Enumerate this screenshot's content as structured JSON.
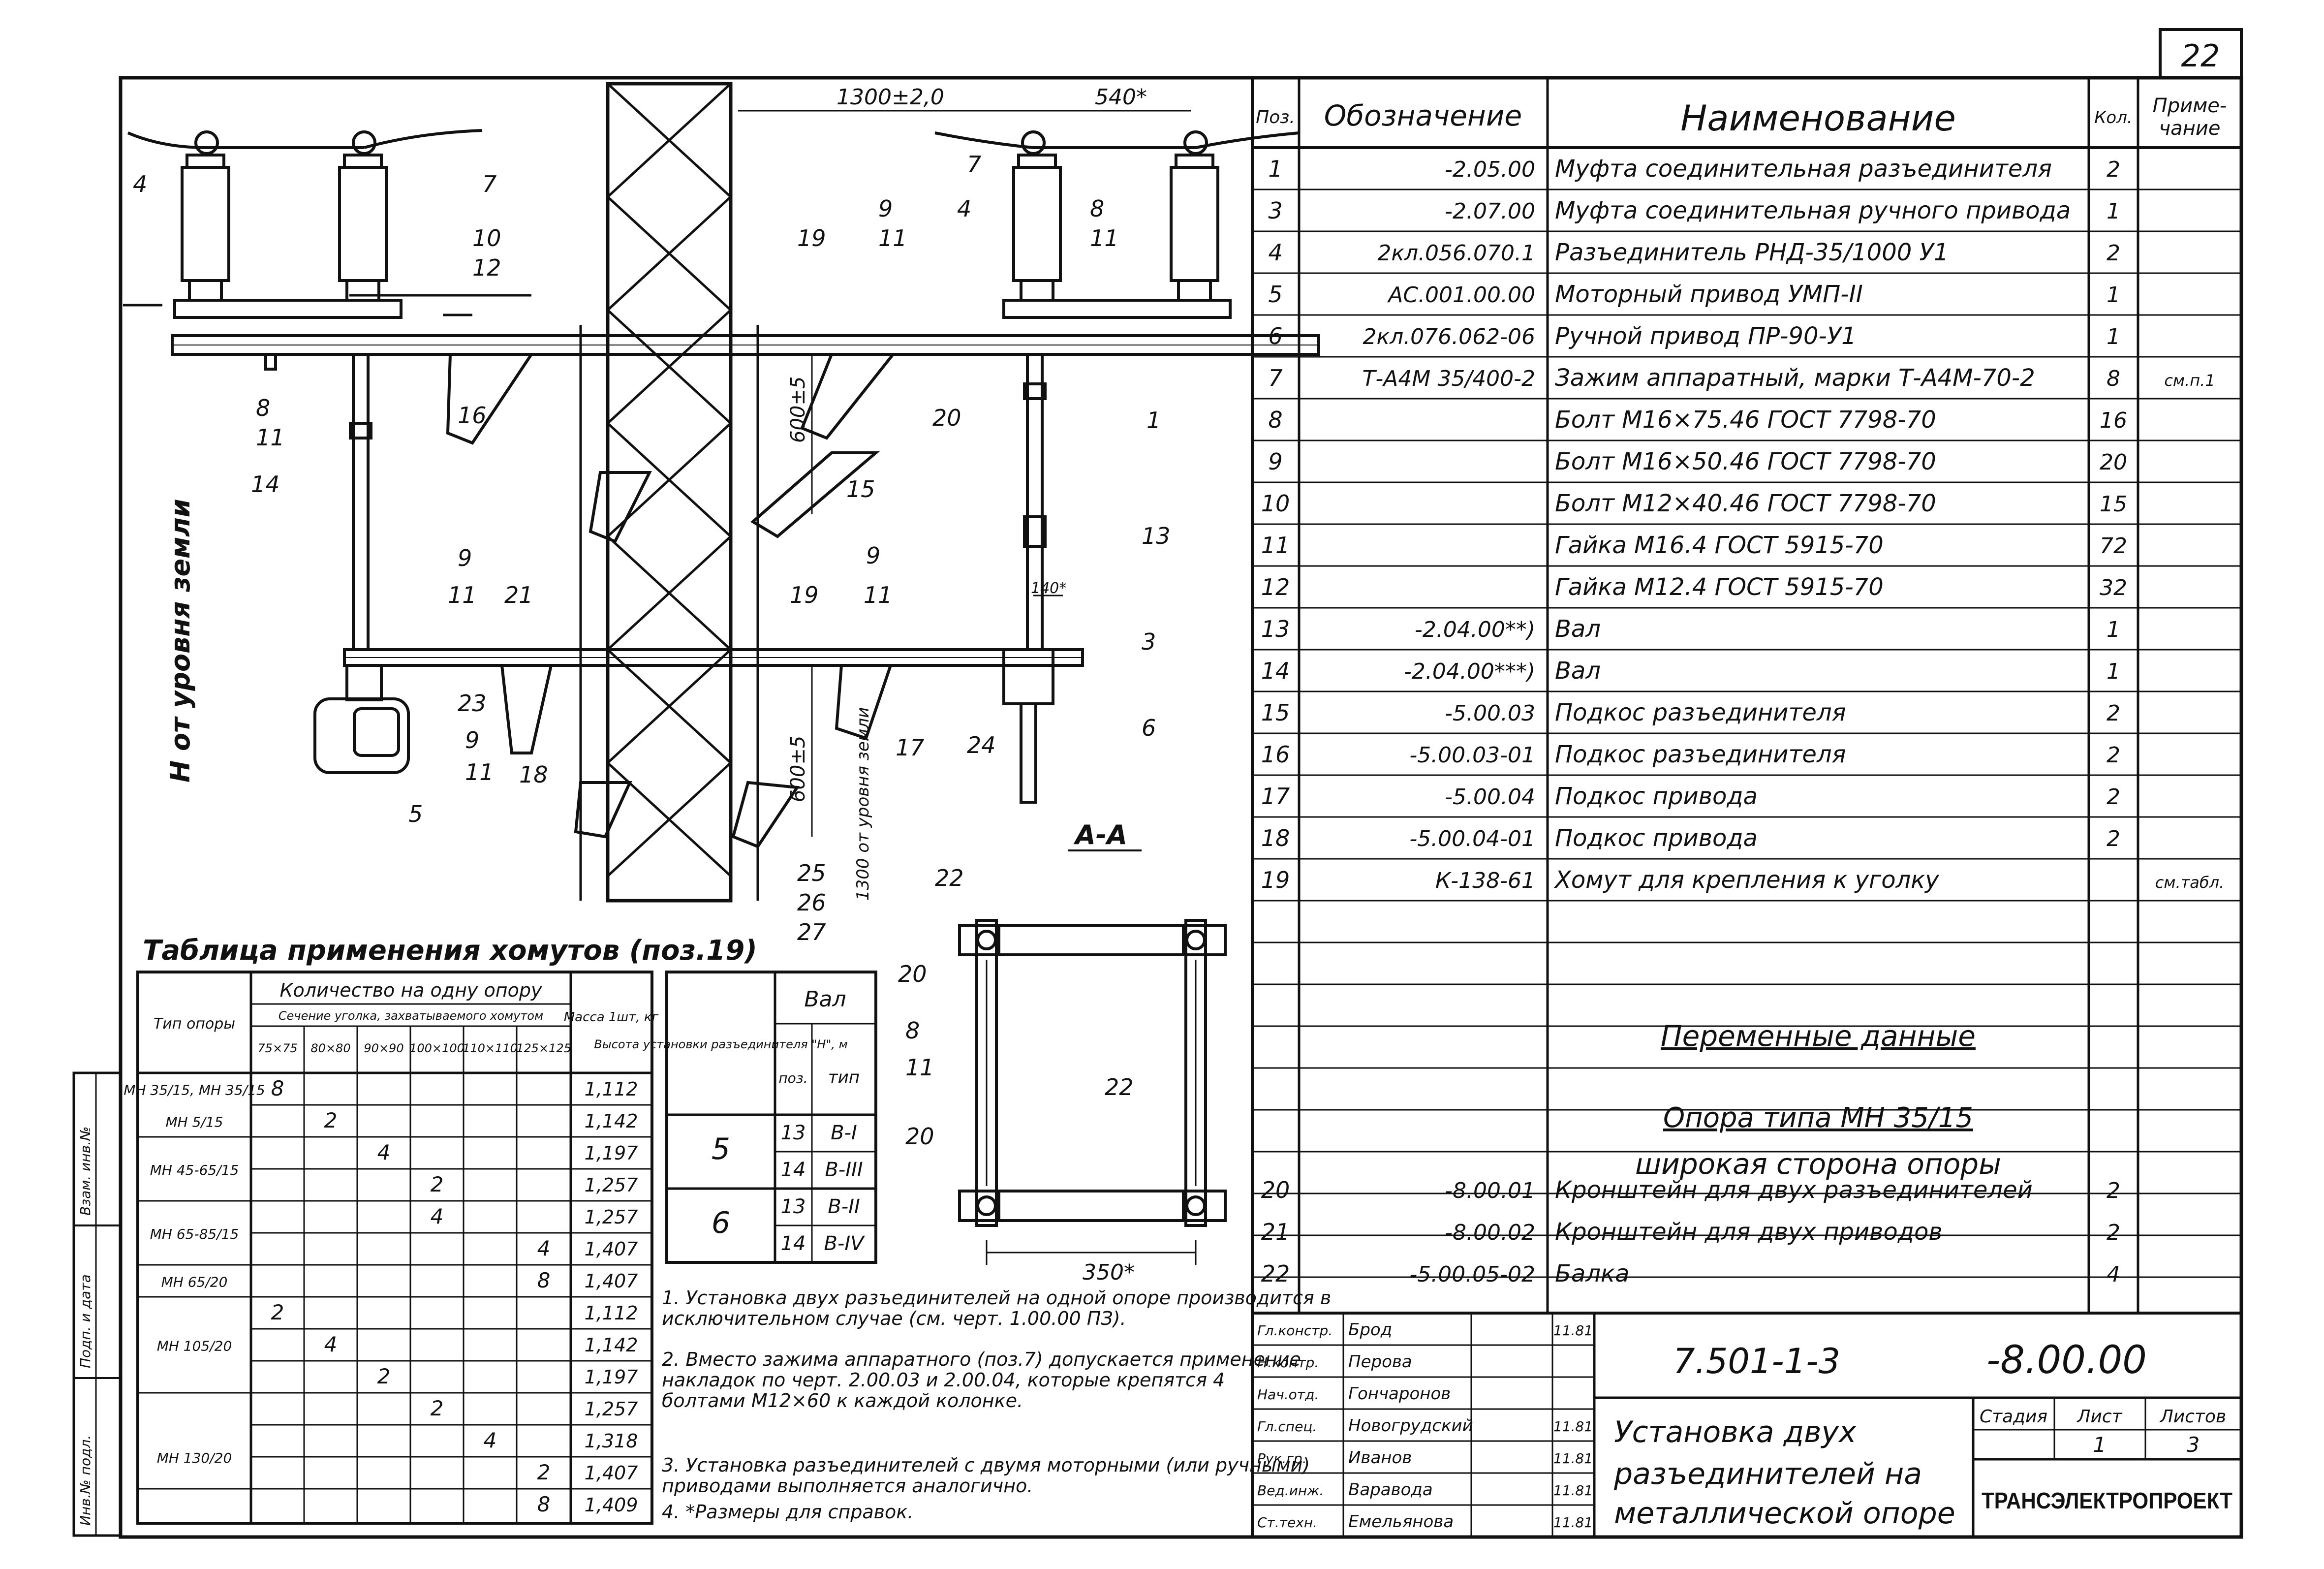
{
  "sheet_number": "22",
  "spec": {
    "headers": {
      "pos": "Поз.",
      "designation": "Обозначение",
      "name": "Наименование",
      "qty": "Кол.",
      "note": "Приме-\nчание"
    },
    "rows": [
      {
        "pos": "1",
        "designation": "-2.05.00",
        "name": "Муфта соединительная разъединителя",
        "qty": "2",
        "note": ""
      },
      {
        "pos": "3",
        "designation": "-2.07.00",
        "name": "Муфта соединительная ручного привода",
        "qty": "1",
        "note": ""
      },
      {
        "pos": "4",
        "designation": "2кл.056.070.1",
        "name": "Разъединитель РНД-35/1000 У1",
        "qty": "2",
        "note": ""
      },
      {
        "pos": "5",
        "designation": "АС.001.00.00",
        "name": "Моторный привод УМП-II",
        "qty": "1",
        "note": ""
      },
      {
        "pos": "6",
        "designation": "2кл.076.062-06",
        "name": "Ручной привод ПР-90-У1",
        "qty": "1",
        "note": ""
      },
      {
        "pos": "7",
        "designation": "Т-А4М 35/400-2",
        "name": "Зажим аппаратный, марки Т-А4М-70-2",
        "qty": "8",
        "note": "см.п.1"
      },
      {
        "pos": "8",
        "designation": "",
        "name": "Болт М16×75.46   ГОСТ 7798-70",
        "qty": "16",
        "note": ""
      },
      {
        "pos": "9",
        "designation": "",
        "name": "Болт М16×50.46   ГОСТ 7798-70",
        "qty": "20",
        "note": ""
      },
      {
        "pos": "10",
        "designation": "",
        "name": "Болт М12×40.46   ГОСТ 7798-70",
        "qty": "15",
        "note": ""
      },
      {
        "pos": "11",
        "designation": "",
        "name": "Гайка М16.4      ГОСТ 5915-70",
        "qty": "72",
        "note": ""
      },
      {
        "pos": "12",
        "designation": "",
        "name": "Гайка М12.4      ГОСТ 5915-70",
        "qty": "32",
        "note": ""
      },
      {
        "pos": "13",
        "designation": "-2.04.00**)",
        "name": "Вал",
        "qty": "1",
        "note": ""
      },
      {
        "pos": "14",
        "designation": "-2.04.00***)",
        "name": "Вал",
        "qty": "1",
        "note": ""
      },
      {
        "pos": "15",
        "designation": "-5.00.03",
        "name": "Подкос разъединителя",
        "qty": "2",
        "note": ""
      },
      {
        "pos": "16",
        "designation": "-5.00.03-01",
        "name": "Подкос разъединителя",
        "qty": "2",
        "note": ""
      },
      {
        "pos": "17",
        "designation": "-5.00.04",
        "name": "Подкос привода",
        "qty": "2",
        "note": ""
      },
      {
        "pos": "18",
        "designation": "-5.00.04-01",
        "name": "Подкос привода",
        "qty": "2",
        "note": ""
      },
      {
        "pos": "19",
        "designation": "К-138-61",
        "name": "Хомут для крепления к уголку",
        "qty": "",
        "note": "см.табл."
      },
      {
        "pos": "20",
        "designation": "-8.00.01",
        "name": "Кронштейн для двух разъединителей",
        "qty": "2",
        "note": ""
      },
      {
        "pos": "21",
        "designation": "-8.00.02",
        "name": "Кронштейн для двух приводов",
        "qty": "2",
        "note": ""
      },
      {
        "pos": "22",
        "designation": "-5.00.05-02",
        "name": "Балка",
        "qty": "4",
        "note": ""
      }
    ],
    "variable_title": "Переменные данные",
    "support_type": "Опора типа МН 35/15",
    "wide_side": "широкая сторона опоры"
  },
  "clamp_table": {
    "title": "Таблица применения хомутов (поз.19)",
    "col_type": "Тип опоры",
    "col_qty": "Количество на одну опору",
    "col_section": "Сечение уголка, захватываемого хомутом",
    "col_mass": "Масса 1шт, кг",
    "sections": [
      "75×75",
      "80×80",
      "90×90",
      "100×100",
      "110×110",
      "125×125"
    ],
    "types": [
      "МН 35/15, МН 35/15",
      "МН 5/15",
      "МН 45-65/15",
      "МН 65-85/15",
      "МН 65/20",
      "МН 105/20",
      "МН 130/20"
    ],
    "rows": [
      {
        "qty": "8",
        "col": 0,
        "mass": "1,112"
      },
      {
        "qty": "2",
        "col": 1,
        "mass": "1,142"
      },
      {
        "qty": "4",
        "col": 2,
        "mass": "1,197"
      },
      {
        "qty": "2",
        "col": 3,
        "mass": "1,257"
      },
      {
        "qty": "4",
        "col": 3,
        "mass": "1,257"
      },
      {
        "qty": "4",
        "col": 5,
        "mass": "1,407"
      },
      {
        "qty": "8",
        "col": 5,
        "mass": "1,407"
      },
      {
        "qty": "2",
        "col": 0,
        "mass": "1,112"
      },
      {
        "qty": "4",
        "col": 1,
        "mass": "1,142"
      },
      {
        "qty": "2",
        "col": 2,
        "mass": "1,197"
      },
      {
        "qty": "2",
        "col": 3,
        "mass": "1,257"
      },
      {
        "qty": "4",
        "col": 4,
        "mass": "1,318"
      },
      {
        "qty": "2",
        "col": 5,
        "mass": "1,407"
      },
      {
        "qty": "8",
        "col": 5,
        "mass": "1,409"
      }
    ]
  },
  "shaft_table": {
    "col_height": "Высота установки разъединителя \"Н\", м",
    "col_shaft": "Вал",
    "col_pos": "поз.",
    "col_type": "тип",
    "rows": [
      {
        "h": "5",
        "pos": "13",
        "type": "В-I"
      },
      {
        "h": "",
        "pos": "14",
        "type": "В-III"
      },
      {
        "h": "6",
        "pos": "13",
        "type": "В-II"
      },
      {
        "h": "",
        "pos": "14",
        "type": "В-IV"
      }
    ]
  },
  "notes": [
    "1. Установка двух разъединителей на одной опоре производится в исключительном случае (см. черт. 1.00.00 ПЗ).",
    "2. Вместо зажима аппаратного (поз.7) допускается применение накладок по черт. 2.00.03 и 2.00.04, которые крепятся 4 болтами М12×60 к каждой колонке.",
    "3. Установка разъединителей с двумя моторными (или ручными) приводами выполняется аналогично.",
    "4. *Размеры для справок."
  ],
  "drawing": {
    "dim_top": "1300±2,0",
    "dim_top2": "540*",
    "dim_600_1": "600±5",
    "dim_600_2": "600±5",
    "dim_140": "140*",
    "dim_350": "350*",
    "ground_text": "Н от уровня земли",
    "ground_text2": "1300 от уровня земли",
    "section_label": "А-А",
    "callouts": [
      "4",
      "7",
      "10",
      "12",
      "8",
      "11",
      "16",
      "14",
      "9",
      "11",
      "21",
      "23",
      "9",
      "11",
      "18",
      "5",
      "19",
      "9",
      "11",
      "20",
      "15",
      "7",
      "4",
      "8",
      "11",
      "1",
      "13",
      "3",
      "6",
      "17",
      "9",
      "11",
      "24",
      "25",
      "26",
      "27",
      "19",
      "22",
      "20",
      "8",
      "11",
      "22",
      "20"
    ]
  },
  "title_block": {
    "doc_code": "7.501-1-3",
    "sheet_code": "-8.00.00",
    "title": "Установка двух разъединителей на металлической опоре",
    "stage_label": "Стадия",
    "sheet_label": "Лист",
    "sheets_label": "Листов",
    "sheet_value": "1",
    "sheets_value": "3",
    "org": "ТРАНСЭЛЕКТРОПРОЕКТ",
    "roles": [
      {
        "role": "Гл.констр.",
        "name": "Брод",
        "date": "11.81"
      },
      {
        "role": "Н.контр.",
        "name": "Перова",
        "date": ""
      },
      {
        "role": "Нач.отд.",
        "name": "Гончаронов",
        "date": ""
      },
      {
        "role": "Гл.спец.",
        "name": "Новогрудский",
        "date": "11.81"
      },
      {
        "role": "Рук.гр.",
        "name": "Иванов",
        "date": "11.81"
      },
      {
        "role": "Вед.инж.",
        "name": "Варавода",
        "date": "11.81"
      },
      {
        "role": "Ст.техн.",
        "name": "Емельянова",
        "date": "11.81"
      }
    ]
  },
  "side_stamp": [
    "Взам. инв.№",
    "Подп. и дата",
    "Инв.№ подл."
  ]
}
